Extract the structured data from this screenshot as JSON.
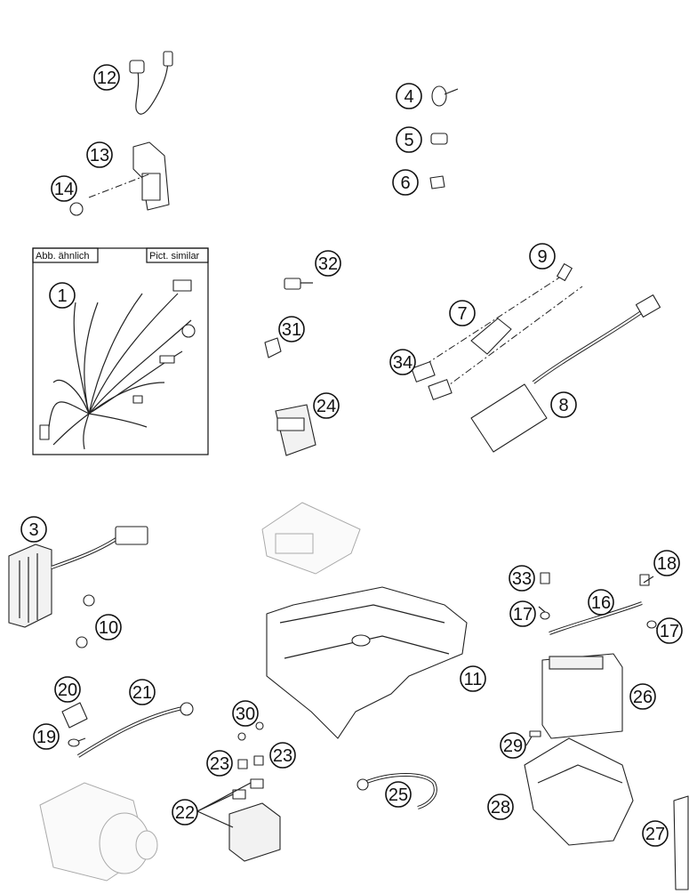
{
  "harness_box": {
    "label_left": "Abb. ähnlich",
    "label_right": "Pict. similar"
  },
  "callouts": [
    "1",
    "3",
    "4",
    "5",
    "6",
    "7",
    "8",
    "9",
    "10",
    "11",
    "12",
    "13",
    "14",
    "16",
    "17",
    "17",
    "18",
    "19",
    "20",
    "21",
    "22",
    "23",
    "23",
    "24",
    "25",
    "26",
    "27",
    "28",
    "29",
    "30",
    "31",
    "32",
    "33",
    "34"
  ]
}
